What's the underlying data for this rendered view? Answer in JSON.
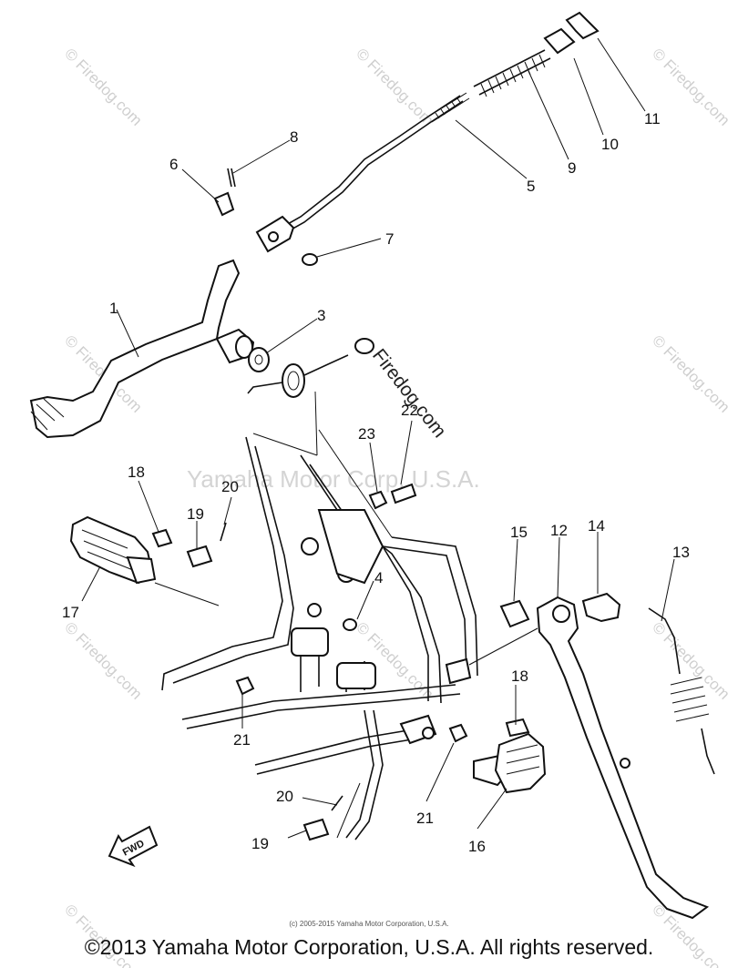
{
  "callouts": [
    {
      "id": "1",
      "label": "1"
    },
    {
      "id": "3",
      "label": "3"
    },
    {
      "id": "4",
      "label": "4"
    },
    {
      "id": "5",
      "label": "5"
    },
    {
      "id": "6",
      "label": "6"
    },
    {
      "id": "7",
      "label": "7"
    },
    {
      "id": "8",
      "label": "8"
    },
    {
      "id": "9",
      "label": "9"
    },
    {
      "id": "10",
      "label": "10"
    },
    {
      "id": "11",
      "label": "11"
    },
    {
      "id": "12",
      "label": "12"
    },
    {
      "id": "13",
      "label": "13"
    },
    {
      "id": "14",
      "label": "14"
    },
    {
      "id": "15",
      "label": "15"
    },
    {
      "id": "16",
      "label": "16"
    },
    {
      "id": "17",
      "label": "17"
    },
    {
      "id": "18a",
      "label": "18"
    },
    {
      "id": "18b",
      "label": "18"
    },
    {
      "id": "19a",
      "label": "19"
    },
    {
      "id": "19b",
      "label": "19"
    },
    {
      "id": "20a",
      "label": "20"
    },
    {
      "id": "20b",
      "label": "20"
    },
    {
      "id": "21a",
      "label": "21"
    },
    {
      "id": "21b",
      "label": "21"
    },
    {
      "id": "22",
      "label": "22"
    },
    {
      "id": "23",
      "label": "23"
    }
  ],
  "fwd_label": "FWD",
  "watermarks": {
    "firedog": "© Firedog.com",
    "firedog_bold": "Firedog.com",
    "center": "Yamaha Motor Corp, U.S.A."
  },
  "small_copyright": "(c) 2005-2015 Yamaha Motor Corporation, U.S.A.",
  "copyright": "©2013 Yamaha Motor Corporation, U.S.A. All rights reserved."
}
